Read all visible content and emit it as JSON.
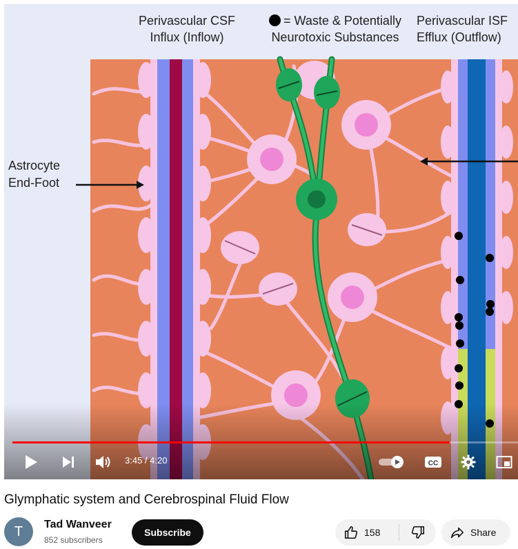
{
  "video_frame": {
    "caption_influx_line1": "Perivascular CSF",
    "caption_influx_line2": "Influx (Inflow)",
    "caption_waste_line1": "= Waste & Potentially",
    "caption_waste_line2": "Neurotoxic  Substances",
    "caption_efflux_line1": "Perivascular ISF",
    "caption_efflux_line2": "Efflux (Outflow)",
    "caption_astro_line1": "Astrocyte",
    "caption_astro_line2": "End-Foot"
  },
  "player": {
    "current_time": "3:45",
    "separator": " / ",
    "duration": "4:20",
    "progress_fraction": 0.865,
    "icons": {
      "play": "play-icon",
      "next": "next-icon",
      "volume": "volume-icon",
      "autoplay": "autoplay-toggle-icon",
      "captions": "cc-icon",
      "settings": "gear-icon",
      "miniplayer": "miniplayer-icon"
    },
    "captions_label": "CC"
  },
  "video": {
    "title": "Glymphatic system and Cerebrospinal Fluid Flow"
  },
  "channel": {
    "avatar_letter": "T",
    "name": "Tad Wanveer",
    "subscribers": "852 subscribers",
    "subscribe_label": "Subscribe"
  },
  "actions": {
    "like_count": "158",
    "share_label": "Share"
  },
  "colors": {
    "tissue": "#e8845b",
    "astrocyte": "#f7c6e6",
    "astro_nucleus": "#ee88d6",
    "artery": "#9e0a45",
    "csf_channel": "#7f8df0",
    "vein": "#0f66b3",
    "isf_channel": "#c9db5a",
    "neuron": "#1fa65a",
    "progress": "#ff0000",
    "subscribe_bg": "#0f0f0f"
  }
}
